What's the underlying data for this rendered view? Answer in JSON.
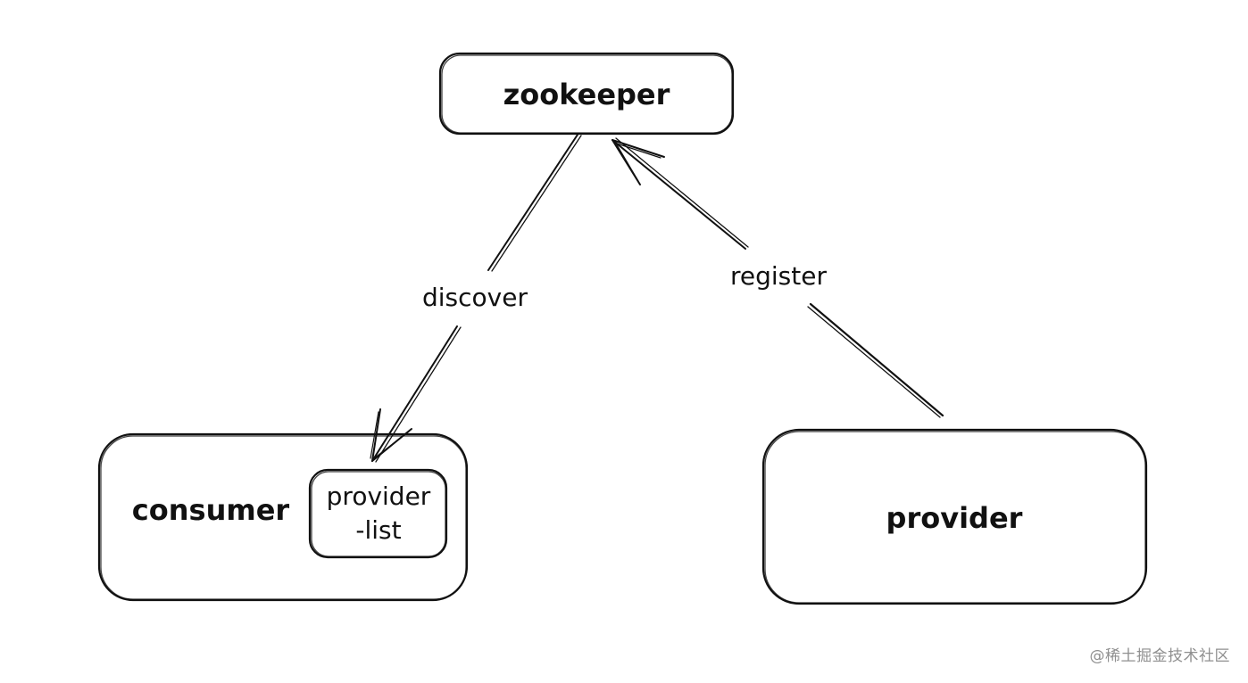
{
  "nodes": {
    "zookeeper": {
      "label": "zookeeper"
    },
    "consumer": {
      "label": "consumer"
    },
    "provider_list": {
      "line1": "provider",
      "line2": "-list"
    },
    "provider": {
      "label": "provider"
    }
  },
  "edges": {
    "discover": {
      "label": "discover"
    },
    "register": {
      "label": "register"
    }
  },
  "watermark": "@稀土掘金技术社区",
  "colors": {
    "stroke": "#111111",
    "background": "#ffffff",
    "watermark": "#8f8f8f"
  }
}
